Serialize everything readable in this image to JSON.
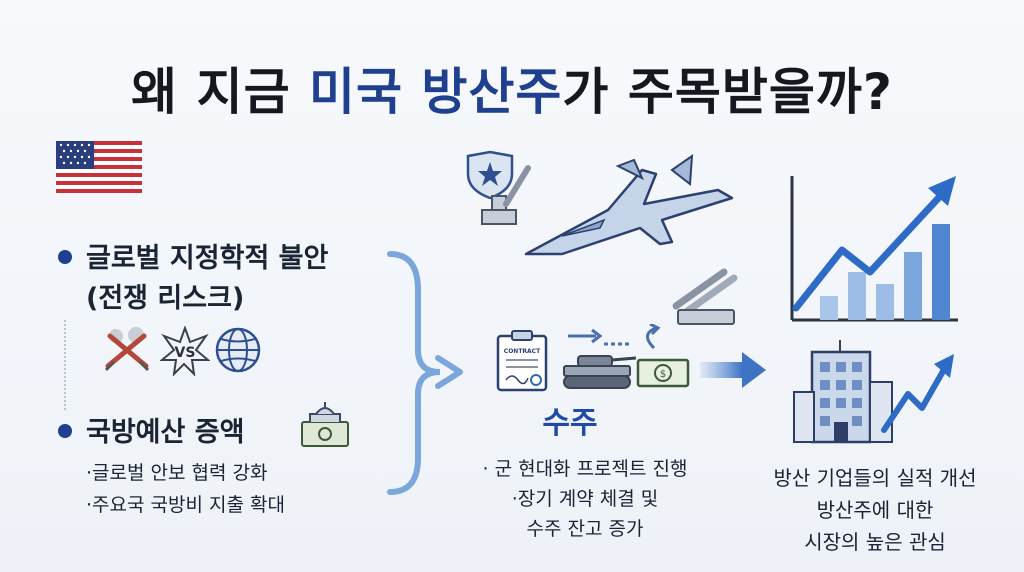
{
  "title": {
    "part1": "왜 지금 ",
    "highlight": "미국 방산주",
    "part2": "가 주목받을까?"
  },
  "left": {
    "item1": {
      "line1": "글로벌 지정학적 불안",
      "line2": "(전쟁 리스크)"
    },
    "vs_label": "VS",
    "item2": {
      "heading": "국방예산 증액",
      "subs": [
        "·글로벌 안보 협력 강화",
        "·주요국 국방비 지출 확대"
      ]
    }
  },
  "middle": {
    "contract_label": "CONTRACT",
    "title": "수주",
    "lines": [
      "· 군 현대화 프로젝트 진행",
      "·장기 계약 체결 및",
      "수주 잔고 증가"
    ]
  },
  "right": {
    "lines": [
      "방산 기업들의 실적 개선",
      "방산주에 대한",
      "시장의 높은 관심"
    ]
  },
  "icons": [
    "us-flag-icon",
    "crossed-swords-icon",
    "explosion-icon",
    "globe-icon",
    "capitol-money-icon",
    "shield-star-icon",
    "missile-launcher-icon",
    "fighter-jet-icon",
    "contract-icon",
    "tank-icon",
    "money-icon",
    "growth-chart-icon",
    "building-icon"
  ],
  "colors": {
    "navy": "#1f3f8f",
    "accent_blue": "#1f4aa8",
    "bracket_blue": "#7aa6dc"
  }
}
